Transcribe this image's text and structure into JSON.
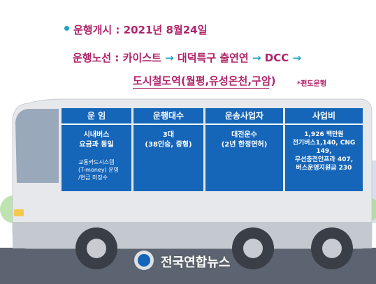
{
  "start": {
    "label": "운행개시 : ",
    "year": "2021",
    "year_unit": "년 ",
    "month": "8",
    "month_unit": "월",
    "day": "24",
    "day_unit": "일"
  },
  "route": {
    "label": "운행노선 : ",
    "stop1": "카이스트",
    "stop2": "대덕특구 출연연",
    "stop3": "DCC",
    "stop4": "도시철도역(월평,유성온천,구암)",
    "arrow": "→"
  },
  "note": "*편도운행",
  "panels": [
    {
      "head": "운 임",
      "body1": "시내버스",
      "body2": "요금과 동일",
      "sub1": "교통카드시스템",
      "sub2": "(T-money) 운영",
      "sub3": "/현금 미징수"
    },
    {
      "head": "운행대수",
      "body1": "3대",
      "body2": "(38인승, 중형)"
    },
    {
      "head": "운송사업자",
      "body1": "대전운수",
      "body2": "(2년 한정면허)"
    },
    {
      "head": "사업비",
      "body1": "1,926 백만원",
      "body2": "전기버스1,140, CNG 149,",
      "body3": "무선충전인프라 407,",
      "body4": "버스운영지원금 230"
    }
  ],
  "watermark": "전국연합뉴스",
  "colors": {
    "accent": "#b0246a",
    "arrow": "#1fa3c4",
    "panel": "#1565b9",
    "bus_body": "#e6e8ec",
    "road": "#5b6470"
  }
}
